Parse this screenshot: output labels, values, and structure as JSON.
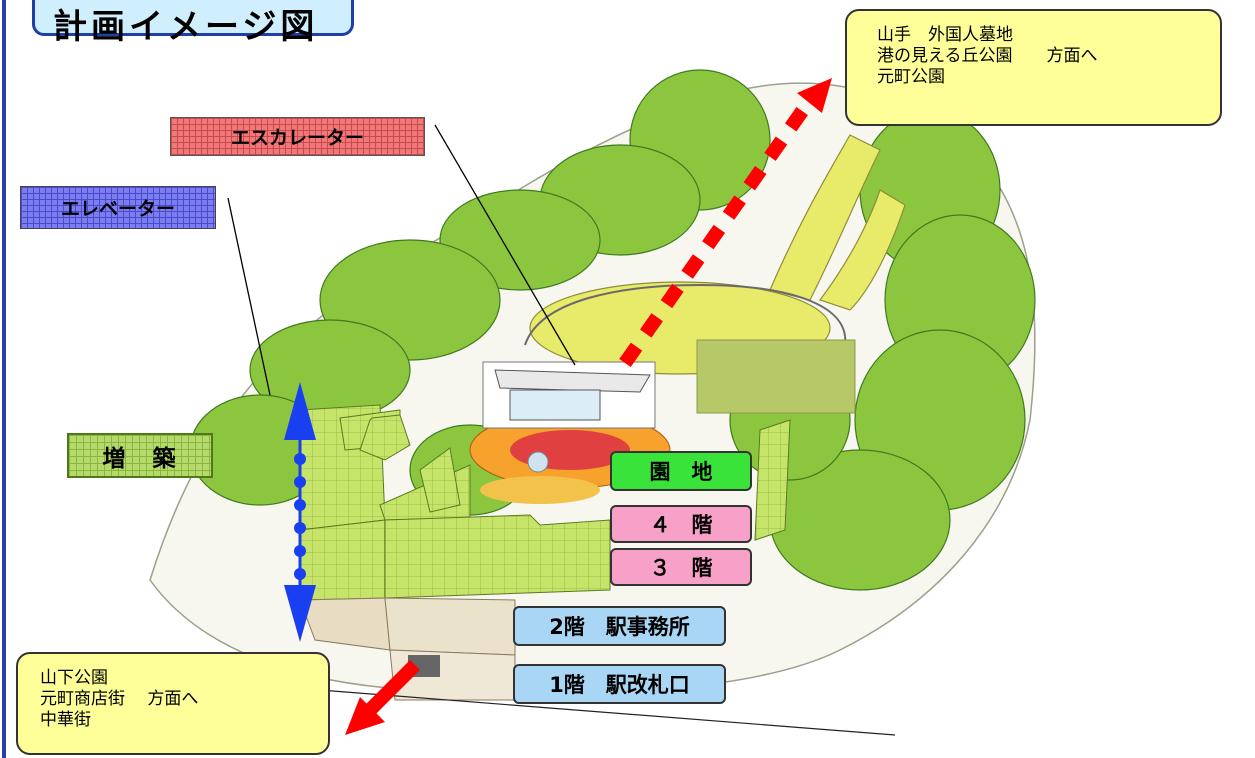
{
  "title": "計画イメージ図",
  "labels": {
    "escalator": "エスカレーター",
    "elevator": "エレベーター",
    "extension": "増　築"
  },
  "floors": {
    "garden": "園　地",
    "fourth": "４　階",
    "third": "３　階",
    "second": "2階　駅事務所",
    "first": "1階　駅改札口"
  },
  "notes": {
    "upper_direction": "山手　外国人墓地\n港の見える丘公園　　方面へ\n元町公園",
    "lower_direction": "山下公園\n元町商店街　 方面へ\n中華街"
  },
  "colors": {
    "frame": "#2a3fa8",
    "escalator": "#f07878",
    "elevator": "#7c7ef0",
    "extension": "#b5d96b",
    "garden_floor": "#39e339",
    "upper_floors": "#f7a0c8",
    "station_floors": "#a9d6f5",
    "note_bg": "#ffff99",
    "route_arrow": "#ff0000",
    "elevator_arrow": "#1a3ff0"
  }
}
